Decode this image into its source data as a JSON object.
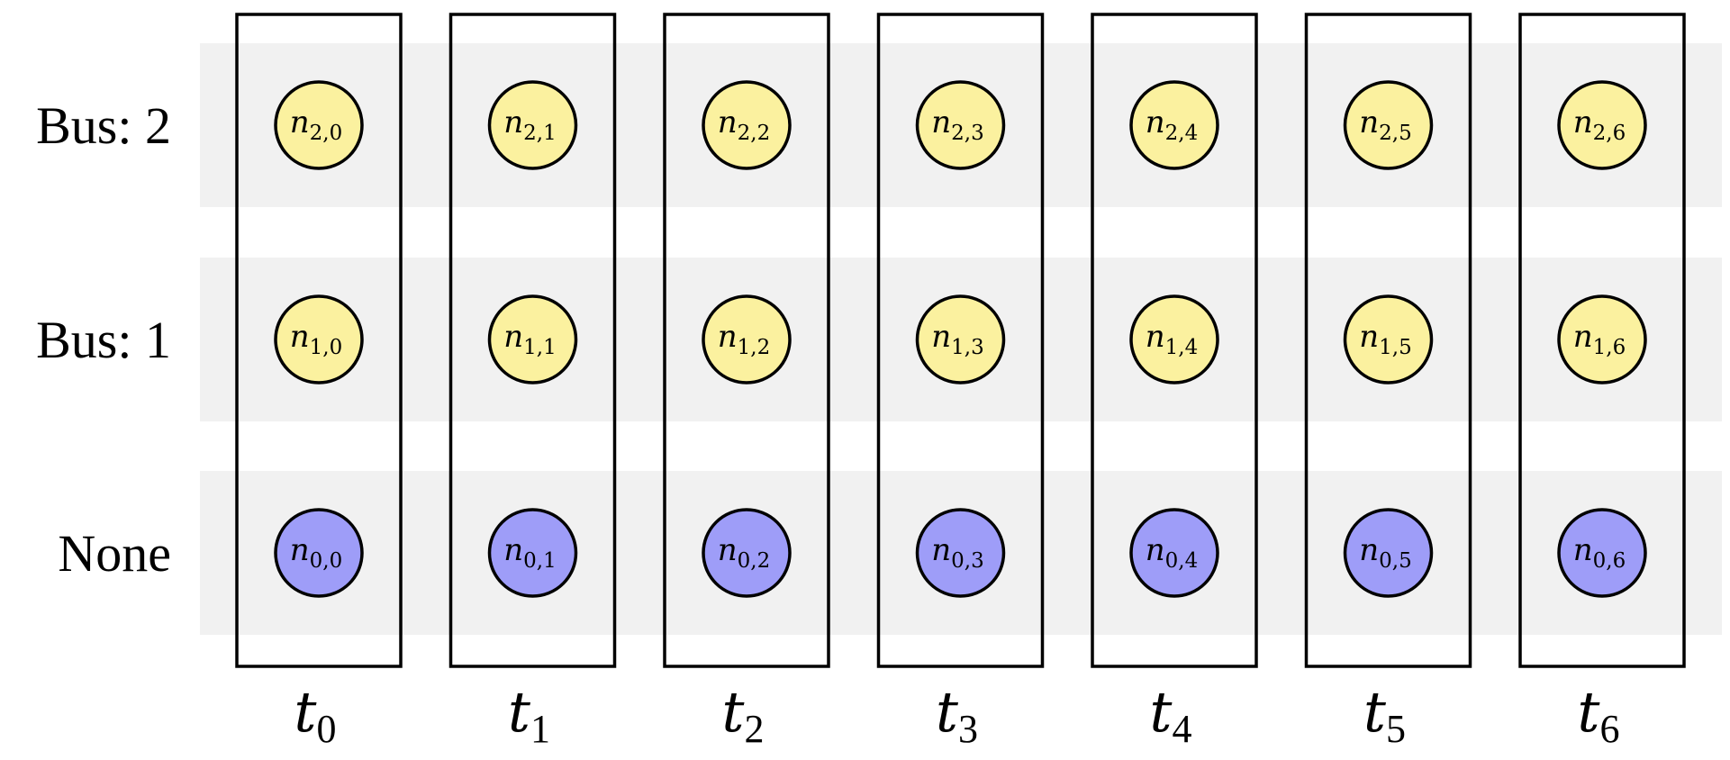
{
  "colors": {
    "bus_node": "#fbf19f",
    "none_node": "#9e9df8",
    "band": "#f1f1f1",
    "stroke": "#000000"
  },
  "rows": [
    {
      "label": "Bus: 2",
      "index": "2",
      "node_color": "#fbf19f"
    },
    {
      "label": "Bus: 1",
      "index": "1",
      "node_color": "#fbf19f"
    },
    {
      "label": "None",
      "index": "0",
      "node_color": "#9e9df8"
    }
  ],
  "time_symbol": "t",
  "node_symbol": "n",
  "times": [
    "0",
    "1",
    "2",
    "3",
    "4",
    "5",
    "6"
  ]
}
